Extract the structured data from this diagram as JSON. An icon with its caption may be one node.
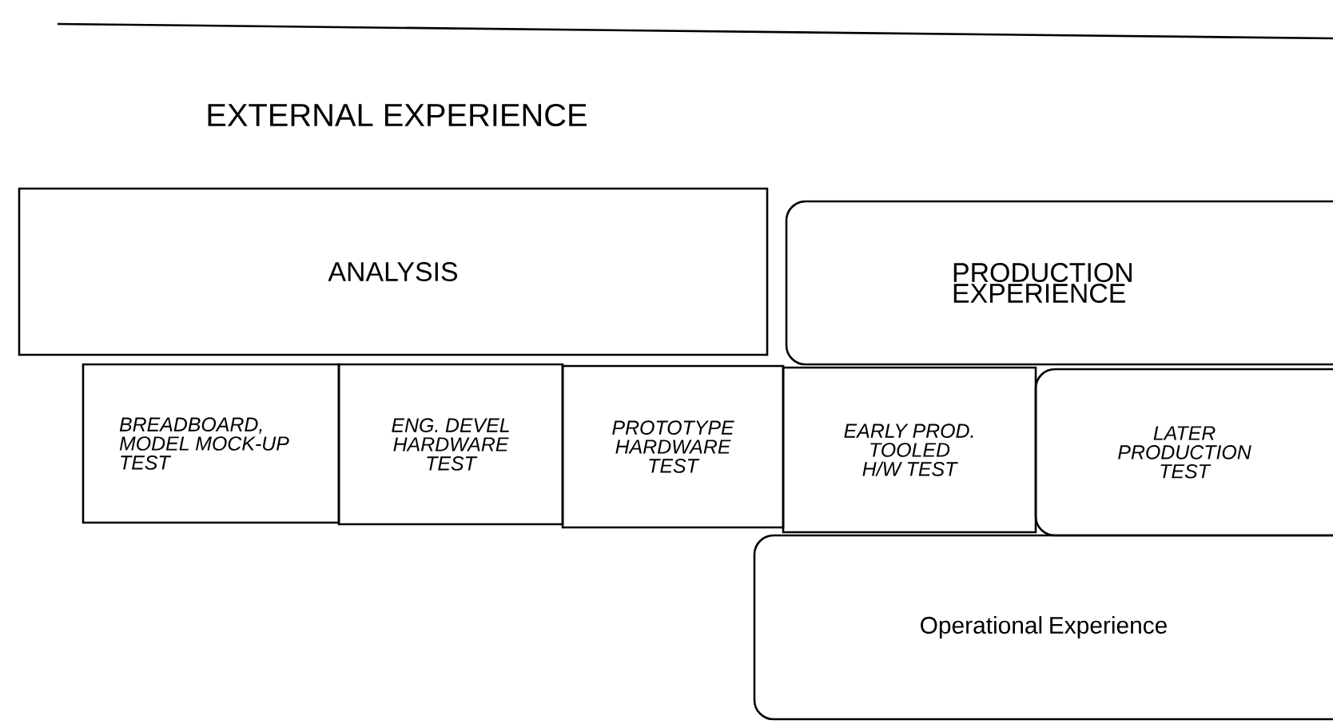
{
  "diagram": {
    "title": "EXTERNAL EXPERIENCE",
    "nodes": [
      {
        "text": [
          "ANALYSIS"
        ]
      },
      {
        "text": [
          "PRODUCTION EXPERIENCE"
        ]
      },
      {
        "text": [
          "BREADBOARD, MODEL MOCK-UP TEST"
        ]
      },
      {
        "text": [
          "ENG. DEVEL HARDWARE TEST"
        ]
      },
      {
        "text": [
          "PROTOTYPE HARDWARE TEST"
        ]
      },
      {
        "text": [
          "EARLY PROD. TOOLED H/W TEST"
        ]
      },
      {
        "text": [
          "LATER PRODUCTION TEST"
        ]
      },
      {
        "text": [
          "Operational Experience"
        ]
      }
    ]
  }
}
